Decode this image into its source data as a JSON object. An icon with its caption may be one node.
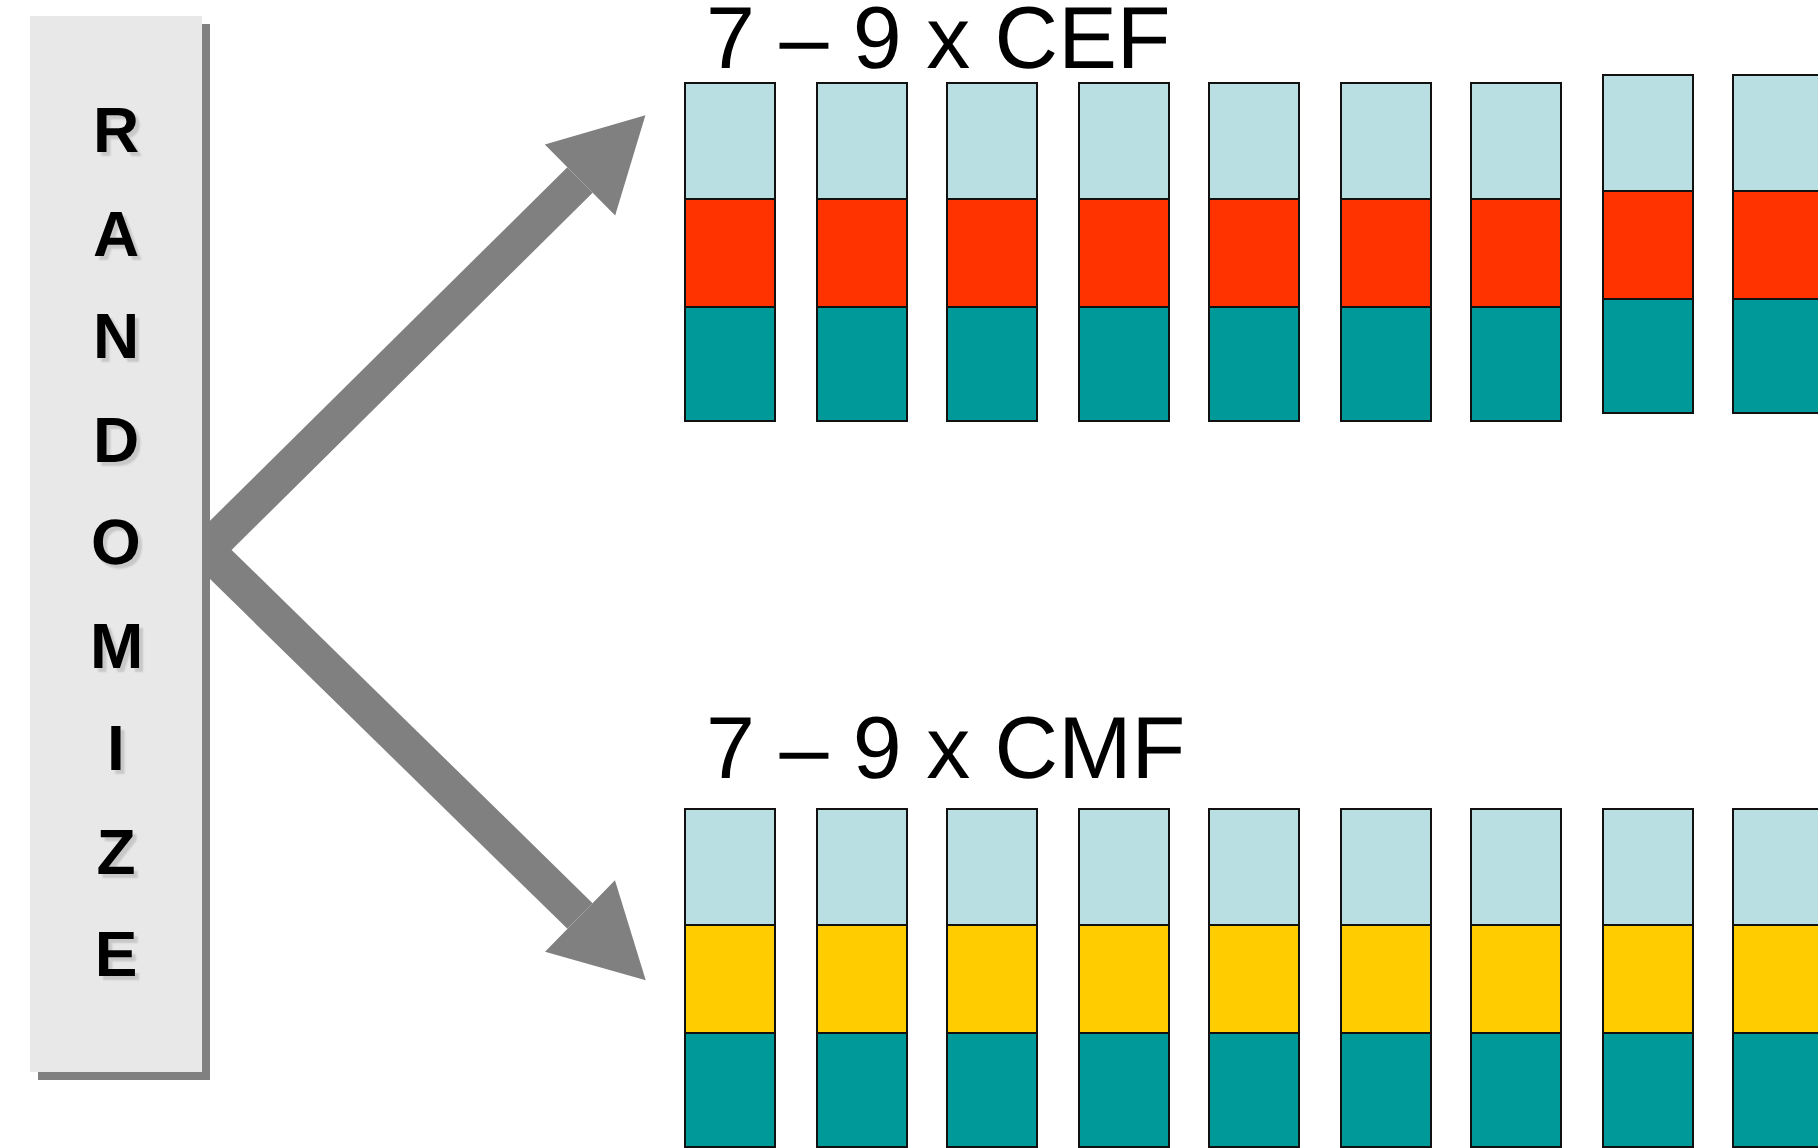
{
  "diagram": {
    "nodes": [
      {
        "text": [
          "RANDOMIZE"
        ]
      },
      {
        "text": [
          "7 – 9 x CEF"
        ]
      },
      {
        "text": [
          "7 – 9 x CMF"
        ]
      }
    ],
    "edges": [
      {
        "from": 0,
        "to": 1,
        "arrow": "to"
      },
      {
        "from": 0,
        "to": 2,
        "arrow": "to"
      }
    ]
  }
}
